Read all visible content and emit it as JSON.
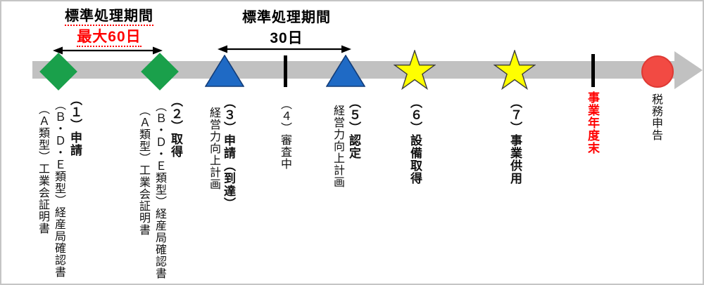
{
  "periods": [
    {
      "label": "標準処理期間",
      "duration": "最大60日"
    },
    {
      "label": "標準処理期間",
      "duration": "30日"
    }
  ],
  "steps": {
    "step1": {
      "title": "（１）申請",
      "docs_bde": "（Ｂ・Ｄ・Ｅ類型）経産局確認書",
      "docs_a": "（Ａ類型）工業会証明書"
    },
    "step2": {
      "title": "（２）取得",
      "docs_bde": "（Ｂ・Ｄ・Ｅ類型）経産局確認書",
      "docs_a": "（Ａ類型）工業会証明書"
    },
    "step3": {
      "title": "（３）申請（到達）",
      "subject": "経営力向上計画"
    },
    "step4": {
      "title": "（４）審査中"
    },
    "step5": {
      "title": "（５）認定",
      "subject": "経営力向上計画"
    },
    "step6": {
      "title": "（６）設備取得"
    },
    "step7": {
      "title": "（７）事業供用"
    },
    "fiscal_year_end": {
      "title": "事業年度末"
    },
    "tax_filing": {
      "title": "税務申告"
    }
  },
  "colors": {
    "green": "#1aa04b",
    "blue": "#1f6ac5",
    "blue-border": "#123c78",
    "yellow": "#ffff00",
    "star-border": "#3d3d3d",
    "circle-red": "#f24a43",
    "circle-border": "#de3a34",
    "bar-gray": "#c1c1c1",
    "frame": "#c5c5c5",
    "red-text": "#ff0000"
  }
}
